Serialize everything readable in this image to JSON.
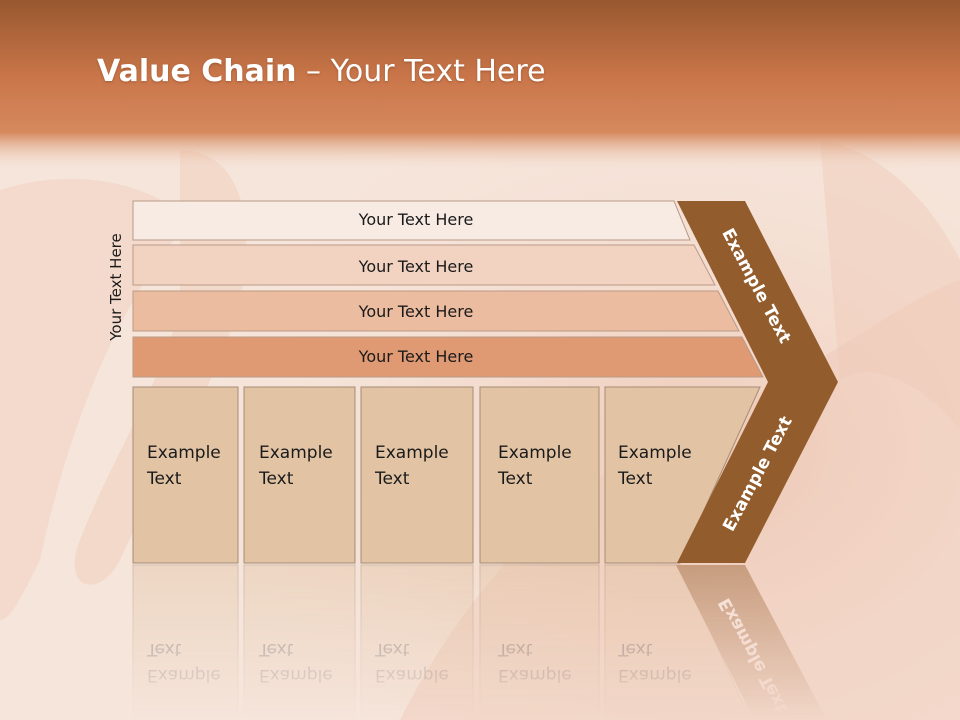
{
  "title": {
    "bold": "Value Chain",
    "rest": " – Your Text Here"
  },
  "side_label": "Your Text Here",
  "bars": [
    {
      "label": "Your Text Here",
      "color": "#f8ebe4"
    },
    {
      "label": "Your Text Here",
      "color": "#f2d3c2"
    },
    {
      "label": "Your Text Here",
      "color": "#ebbc9f"
    },
    {
      "label": "Your Text Here",
      "color": "#df9a74"
    }
  ],
  "columns": [
    {
      "line1": "Example",
      "line2": "Text"
    },
    {
      "line1": "Example",
      "line2": "Text"
    },
    {
      "line1": "Example",
      "line2": "Text"
    },
    {
      "line1": "Example",
      "line2": "Text"
    },
    {
      "line1": "Example",
      "line2": "Text"
    }
  ],
  "chevron": {
    "upper_label": "Example Text",
    "lower_label": "Example Text",
    "color": "#935c2c"
  },
  "colors": {
    "header": "#c9744a",
    "column_fill": "#e2c4a5",
    "column_border": "#a58c76"
  }
}
